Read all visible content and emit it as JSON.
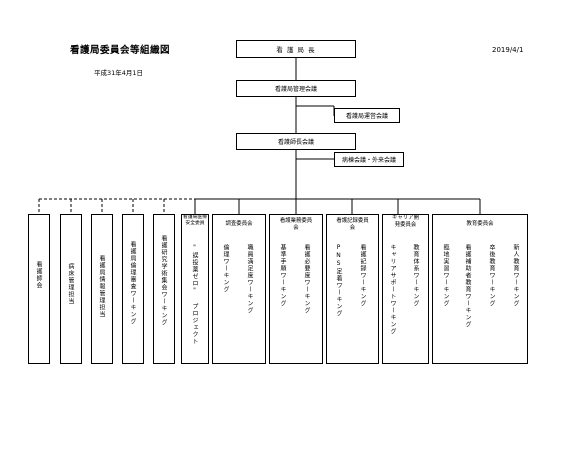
{
  "header": {
    "title": "看護局委員会等組織図",
    "date_era": "平成31年4月1日",
    "date_iso": "2019/4/1"
  },
  "top_nodes": {
    "director": "看 護 局 長",
    "management_meeting": "看護局管理会議",
    "operations_meeting": "看護局運営会議",
    "head_nurse_meeting": "看護師長会議",
    "ward_outpatient_meeting": "病棟会議・外来会議"
  },
  "bottom": {
    "nursing_association": "看護師会",
    "ward_management_lead": "病床管理担当",
    "info_management_lead": "看護局情報管理担当",
    "ethics_review_wg": "看護局倫理審査ワーキング",
    "research_conference_wg": "看護研究学術集会ワーキング",
    "safety": {
      "header": "看護局医療安全委員",
      "item": "\"誤投薬ゼロ\" プロジェクト"
    },
    "survey_committee": {
      "header": "調査委員会",
      "items": [
        "倫理ワーキング",
        "職員満足度ワーキング"
      ]
    },
    "nursing_practice": {
      "header": "看護業務委員会",
      "items": [
        "基準手順ワーキング",
        "看護必要度ワーキング"
      ]
    },
    "nursing_record": {
      "header": "看護記録委員会",
      "items": [
        "PNS定着ワーキング",
        "看護記録ワーキング"
      ]
    },
    "career": {
      "header": "キャリア開発委員会",
      "items": [
        "キャリアサポートワーキング",
        "教育体系ワーキング"
      ]
    },
    "education": {
      "header": "教育委員会",
      "items": [
        "臨地実習ワーキング",
        "看護補助者教育ワーキング",
        "卒後教育ワーキング",
        "新人教育ワーキング"
      ]
    }
  }
}
